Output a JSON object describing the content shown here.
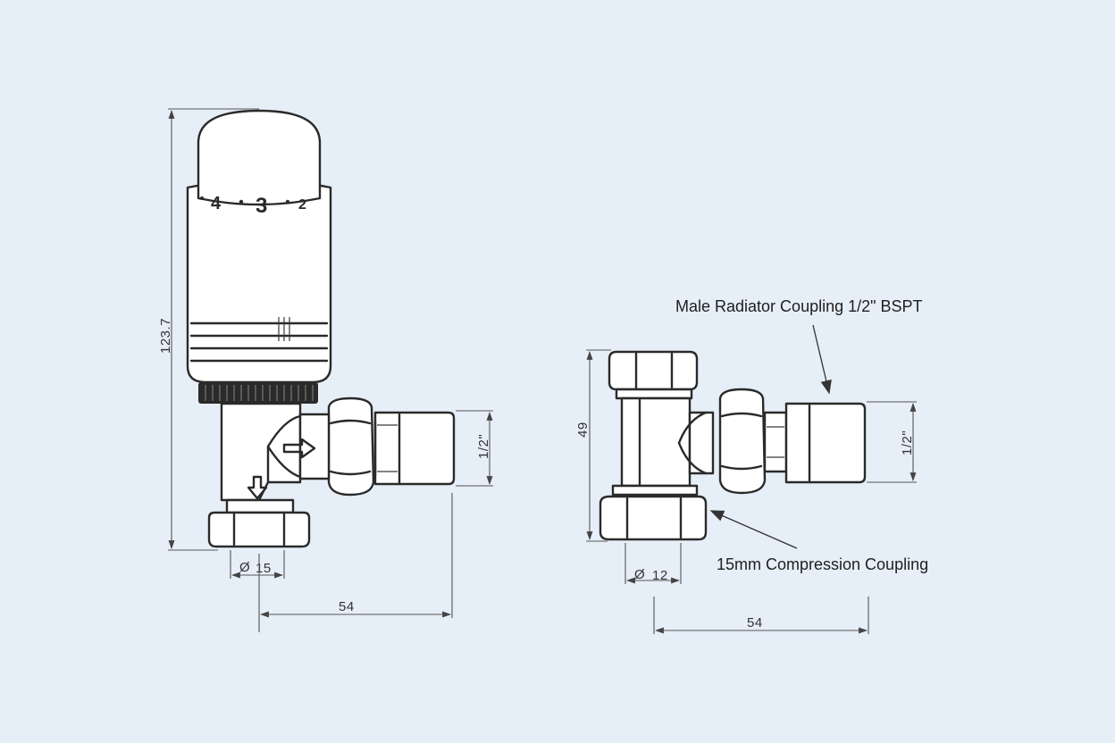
{
  "left_valve": {
    "dial_numbers": [
      "4",
      "3",
      "2"
    ],
    "dim_height": "123.7",
    "dim_thread": "1/2\"",
    "dim_pipe_prefix": "Ø",
    "dim_pipe": "15",
    "dim_width": "54"
  },
  "right_valve": {
    "dim_height": "49",
    "dim_thread": "1/2\"",
    "dim_pipe_prefix": "Ø",
    "dim_pipe": "12",
    "dim_width": "54",
    "label_male_coupling": "Male Radiator Coupling 1/2\" BSPT",
    "label_compression": "15mm Compression Coupling"
  },
  "colors": {
    "background": "#e6eef8",
    "line": "#2a2a2a",
    "fill": "#ffffff"
  },
  "icons": [
    "flow-arrow-right-icon",
    "flow-arrow-down-icon"
  ]
}
